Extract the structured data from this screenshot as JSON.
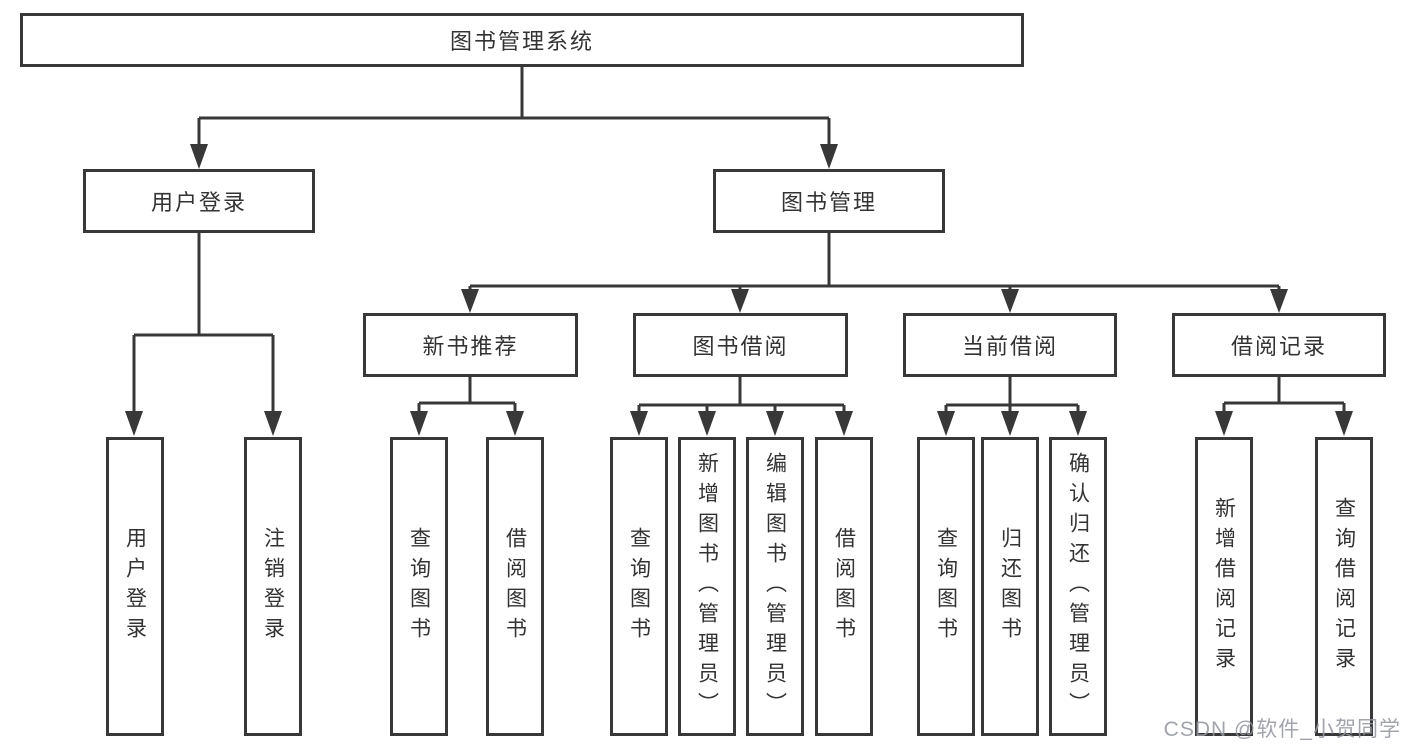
{
  "diagram": {
    "root": "图书管理系统",
    "level2": {
      "user_login": "用户登录",
      "book_management": "图书管理"
    },
    "level3": {
      "new_book_recommend": "新书推荐",
      "book_borrow": "图书借阅",
      "current_borrow": "当前借阅",
      "borrow_records": "借阅记录"
    },
    "leaves": {
      "user_login": "用户登录",
      "logout": "注销登录",
      "nb_query_book": "查询图书",
      "nb_borrow_book": "借阅图书",
      "bb_query_book": "查询图书",
      "bb_add_book_admin": "新增图书（管理员）",
      "bb_edit_book_admin": "编辑图书（管理员）",
      "bb_borrow_book": "借阅图书",
      "cb_query_book": "查询图书",
      "cb_return_book": "归还图书",
      "cb_confirm_return_admin": "确认归还（管理员）",
      "br_add_record": "新增借阅记录",
      "br_query_record": "查询借阅记录"
    }
  },
  "watermark": {
    "text": "CSDN @软件_小贺同学",
    "color": "#94979f"
  },
  "colors": {
    "line": "#383838",
    "box_border": "#383838",
    "text": "#333333",
    "background": "#ffffff"
  }
}
